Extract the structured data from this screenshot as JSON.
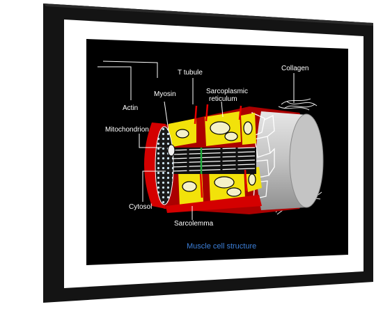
{
  "diagram": {
    "caption": "Muscle cell structure",
    "labels": {
      "actin": "Actin",
      "myosin": "Myosin",
      "t_tubule": "T tubule",
      "sarcoplasmic_line1": "Sarcoplasmic",
      "sarcoplasmic_line2": "reticulum",
      "collagen": "Collagen",
      "mitochondrion": "Mitochondrion",
      "cytosol": "Cytosol",
      "sarcolemma": "Sarcolemma"
    }
  },
  "colors": {
    "frame": "#141414",
    "mat": "#ffffff",
    "background": "#000000",
    "membrane": "#d40000",
    "cytoplasm_grey": "#bdbdbd",
    "reticulum_yellow": "#f2e20a",
    "caption_blue": "#3c7fd8",
    "label_white": "#ffffff"
  }
}
